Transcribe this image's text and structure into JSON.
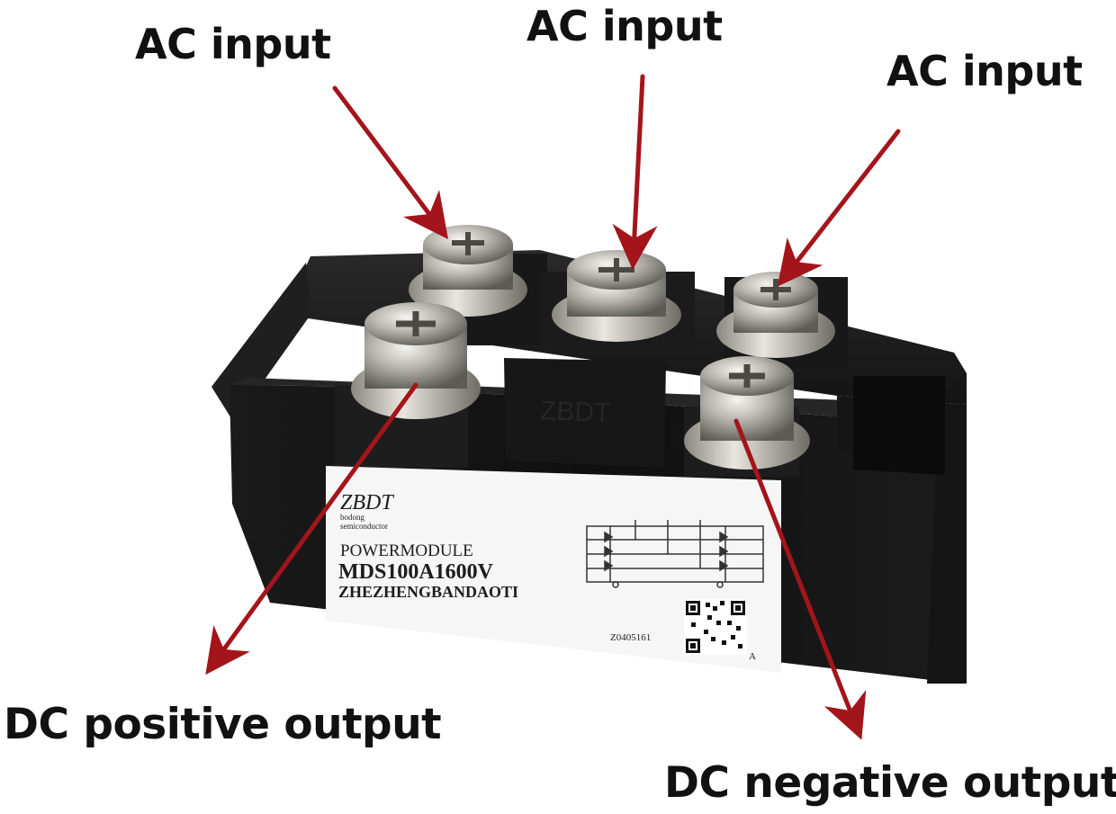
{
  "callouts": {
    "ac_input_left": "AC input",
    "ac_input_center": "AC input",
    "ac_input_right": "AC input",
    "dc_positive": "DC positive output",
    "dc_negative": "DC negative output"
  },
  "product_label": {
    "brand": "ZBDT",
    "brand_sub_1": "bodong",
    "brand_sub_2": "semiconductor",
    "type": "POWERMODULE",
    "model": "MDS100A1600V",
    "maker": "ZHEZHENGBANDAOTI",
    "code": "Z0405161",
    "qr_suffix": "A"
  },
  "molded_marking": "ZBDT",
  "colors": {
    "arrow": "#a3151a",
    "body": "#121212",
    "label": "#f6f6f6",
    "text": "#111111"
  },
  "icons": {
    "arrow": "red-arrow-icon",
    "terminal": "screw-terminal-icon",
    "schematic": "rectifier-schematic-icon",
    "qr": "qr-code-icon"
  }
}
